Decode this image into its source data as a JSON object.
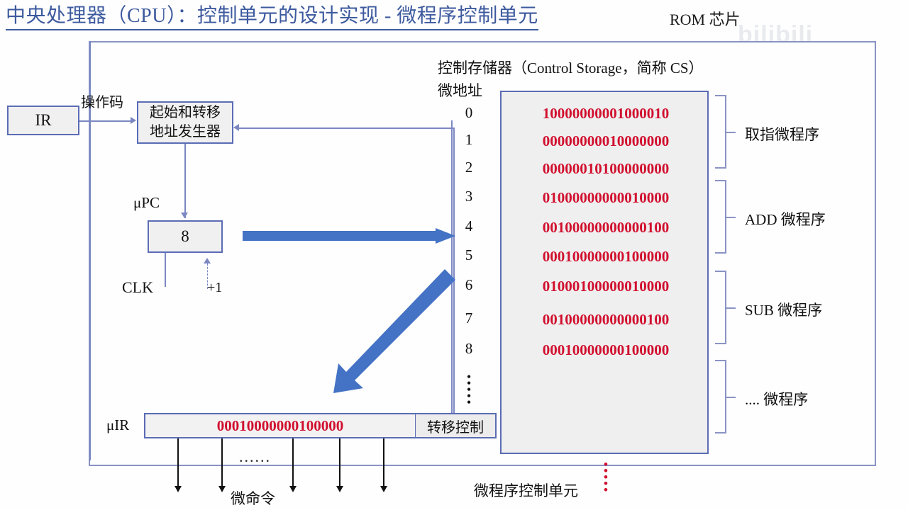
{
  "title": "中央处理器（CPU）：控制单元的设计实现 - 微程序控制单元",
  "rom_label": "ROM 芯片",
  "watermark": "bilibili",
  "colors": {
    "title_blue": "#3d5a9e",
    "frame_blue": "#8a93c4",
    "box_border": "#5b6cb5",
    "arrow_blue": "#4472C4",
    "binary_red": "#d10f2e"
  },
  "diagram": {
    "ir_box_label": "IR",
    "opcode_label": "操作码",
    "address_generator": {
      "line1": "起始和转移",
      "line2": "地址发生器"
    },
    "upc_label": "μPC",
    "upc_value": "8",
    "clk_label": "CLK",
    "increment_label": "+1",
    "uir_label": "μIR",
    "uir_value": "00010000000100000",
    "uir_branch_field": "转移控制",
    "micro_command_label": "微命令",
    "micro_command_dots": "......",
    "unit_caption": "微程序控制单元"
  },
  "control_storage": {
    "title": "控制存储器（Control Storage，简称 CS）",
    "address_column_header": "微地址",
    "addresses": [
      "0",
      "1",
      "2",
      "3",
      "4",
      "5",
      "6",
      "7",
      "8"
    ],
    "words": [
      "10000000001000010",
      "00000000010000000",
      "00000010100000000",
      "01000000000010000",
      "00100000000000100",
      "00010000000100000",
      "01000100000010000",
      "00100000000000100",
      "00010000000100000"
    ],
    "continuation_marker": "⋮"
  },
  "groups": [
    {
      "label": "取指微程序",
      "rows": "0-2"
    },
    {
      "label": "ADD 微程序",
      "rows": "3-5"
    },
    {
      "label": "SUB  微程序",
      "rows": "6-8"
    },
    {
      "label": ".... 微程序",
      "rows": "..."
    }
  ]
}
